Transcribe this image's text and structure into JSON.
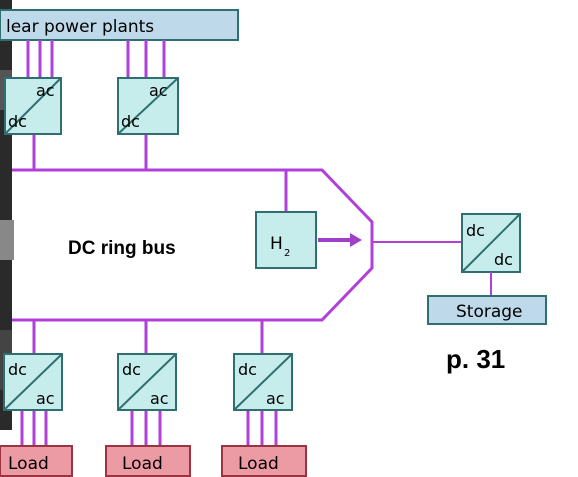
{
  "colors": {
    "bus": "#b040d8",
    "box_fill": "#c7ecec",
    "box_border": "#2f6f6f",
    "load_fill": "#ec9aa3",
    "load_border": "#9a3342",
    "storage_fill": "#bdd9ea",
    "arrow": "#a040c8",
    "photo": "#2a2a2a"
  },
  "power_plants_label": "lear power plants",
  "bus_label": "DC ring bus",
  "h2": {
    "main": "H",
    "sub": "2"
  },
  "converters": {
    "source_left": {
      "top": "ac",
      "bottom": "dc"
    },
    "source_right": {
      "top": "ac",
      "bottom": "dc"
    },
    "storage_conv": {
      "top": "dc",
      "bottom": "dc"
    },
    "load_1": {
      "top": "dc",
      "bottom": "ac"
    },
    "load_2": {
      "top": "dc",
      "bottom": "ac"
    },
    "load_3": {
      "top": "dc",
      "bottom": "ac"
    }
  },
  "storage_label": "Storage",
  "loads": [
    "Load",
    "Load",
    "Load"
  ],
  "page_label": "p. 31",
  "icons": {
    "photo": "photo-fragment",
    "arrow": "arrow-right-icon"
  }
}
